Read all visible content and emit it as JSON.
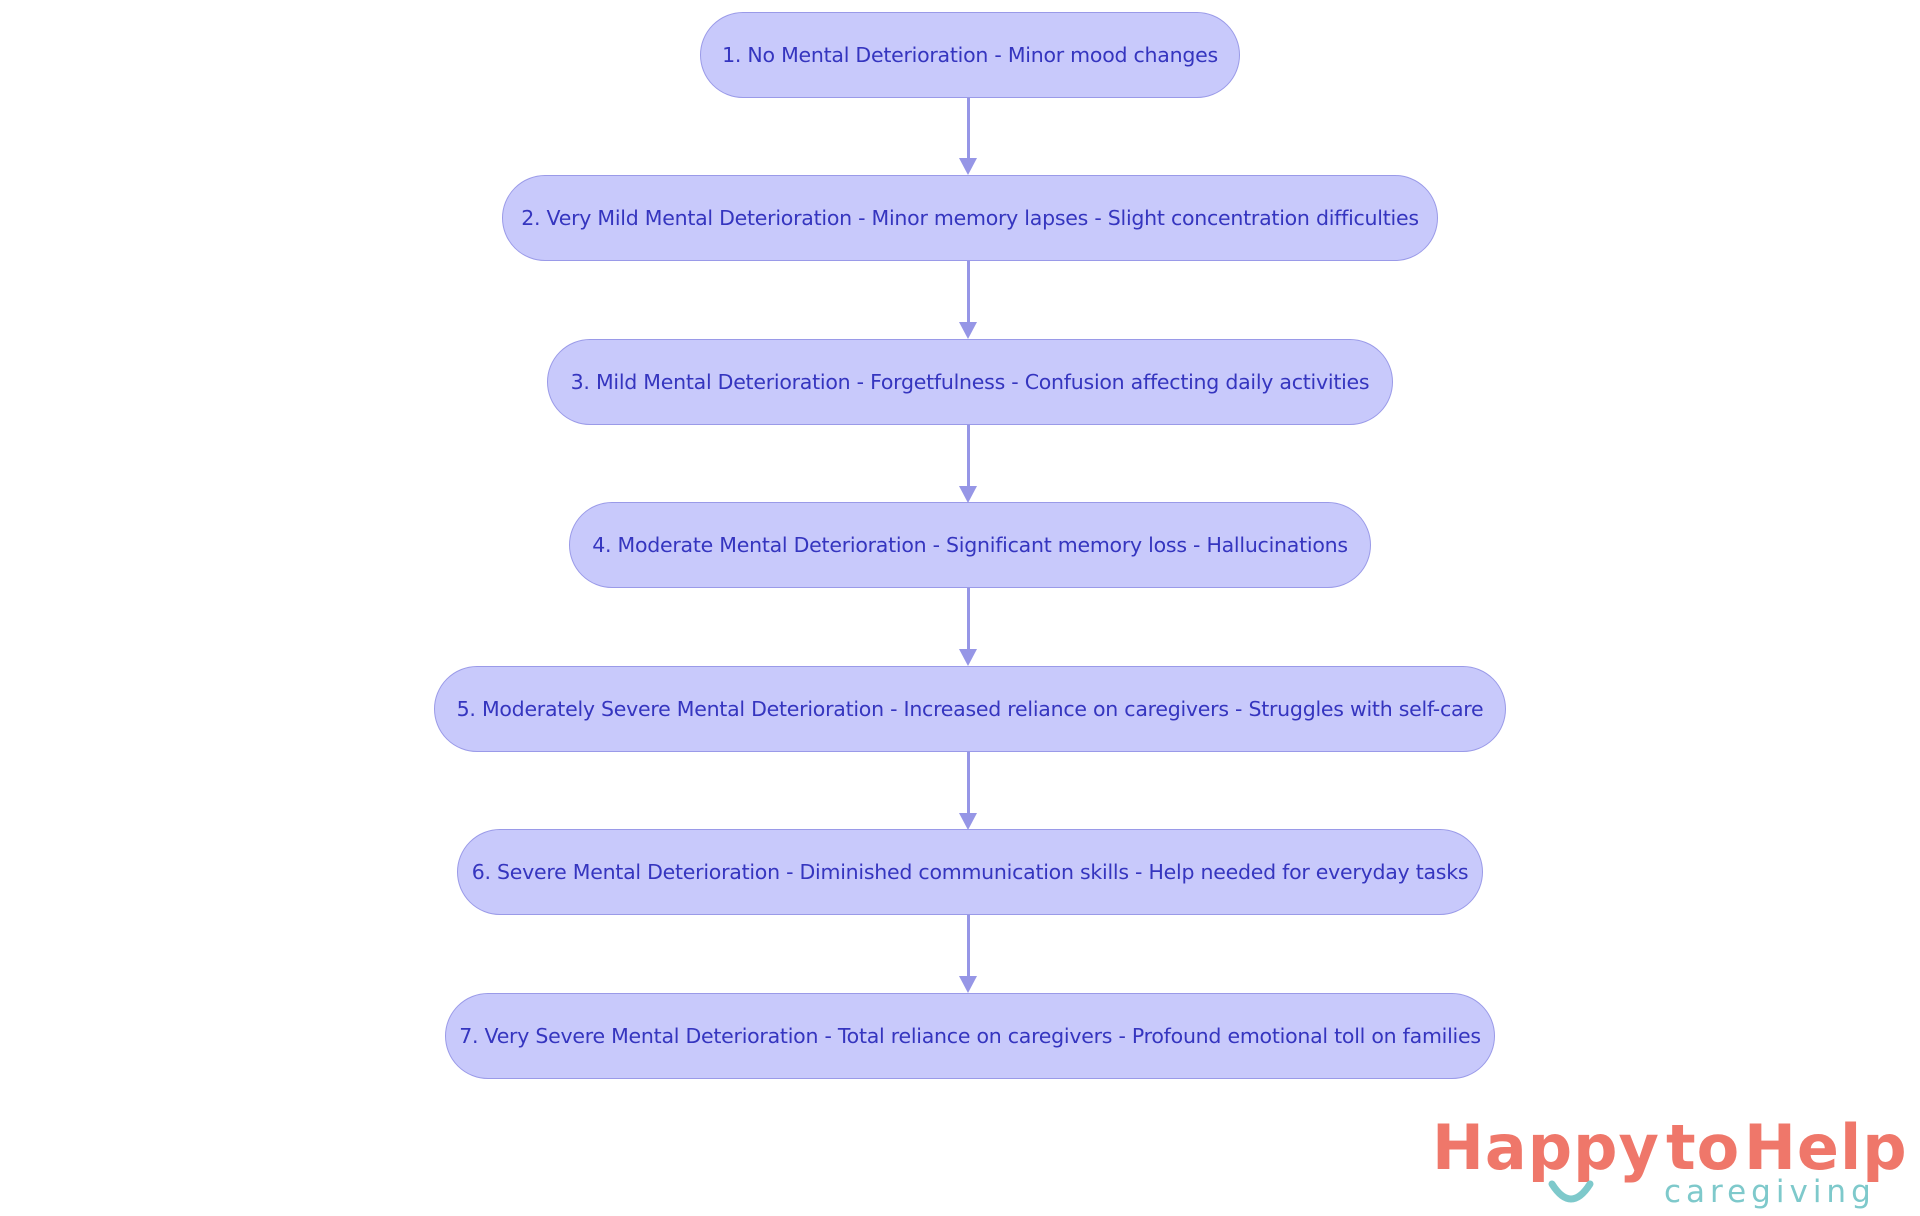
{
  "flowchart": {
    "nodes": [
      {
        "label": "1. No Mental Deterioration - Minor mood changes"
      },
      {
        "label": "2. Very Mild Mental Deterioration - Minor memory lapses - Slight concentration difficulties"
      },
      {
        "label": "3. Mild Mental Deterioration - Forgetfulness - Confusion affecting daily activities"
      },
      {
        "label": "4. Moderate Mental Deterioration - Significant memory loss - Hallucinations"
      },
      {
        "label": "5. Moderately Severe Mental Deterioration - Increased reliance on caregivers - Struggles with self-care"
      },
      {
        "label": "6. Severe Mental Deterioration - Diminished communication skills - Help needed for everyday tasks"
      },
      {
        "label": "7. Very Severe Mental Deterioration - Total reliance on caregivers - Profound emotional toll on families"
      }
    ],
    "edges": [
      {
        "from": 1,
        "to": 2
      },
      {
        "from": 2,
        "to": 3
      },
      {
        "from": 3,
        "to": 4
      },
      {
        "from": 4,
        "to": 5
      },
      {
        "from": 5,
        "to": 6
      },
      {
        "from": 6,
        "to": 7
      }
    ],
    "colors": {
      "node_fill": "#c8c9fb",
      "node_border": "#9a9ae8",
      "node_text": "#3535bf",
      "edge": "#9696e6"
    }
  },
  "logo": {
    "word_happy": "Happy",
    "word_to": "to",
    "word_help": "Help",
    "subtitle": "caregiving",
    "colors": {
      "primary": "#ef776a",
      "accent": "#7ec9cb"
    }
  }
}
